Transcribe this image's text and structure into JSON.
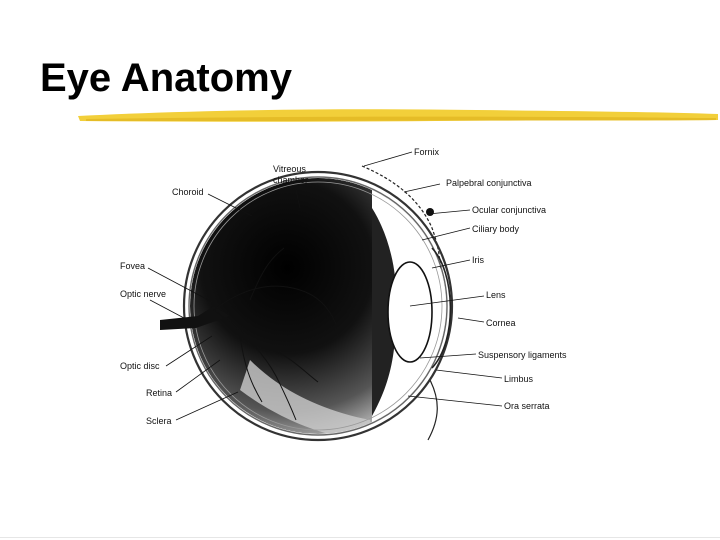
{
  "slide": {
    "title": "Eye Anatomy"
  },
  "colors": {
    "underline": "#f2cf3a",
    "underline_dark": "#e0b320",
    "ink": "#111111"
  },
  "diagram": {
    "labels": {
      "fornix": "Fornix",
      "vitreous_chamber_line1": "Vitreous",
      "vitreous_chamber_line2": "chamber",
      "choroid": "Choroid",
      "palpebral_conjunctiva": "Palpebral conjunctiva",
      "ocular_conjunctiva": "Ocular conjunctiva",
      "ciliary_body": "Ciliary body",
      "iris": "Iris",
      "fovea": "Fovea",
      "optic_nerve": "Optic nerve",
      "lens": "Lens",
      "cornea": "Cornea",
      "optic_disc": "Optic disc",
      "suspensory_ligaments": "Suspensory ligaments",
      "limbus": "Limbus",
      "retina": "Retina",
      "ora_serrata": "Ora serrata",
      "sclera": "Sclera"
    }
  }
}
